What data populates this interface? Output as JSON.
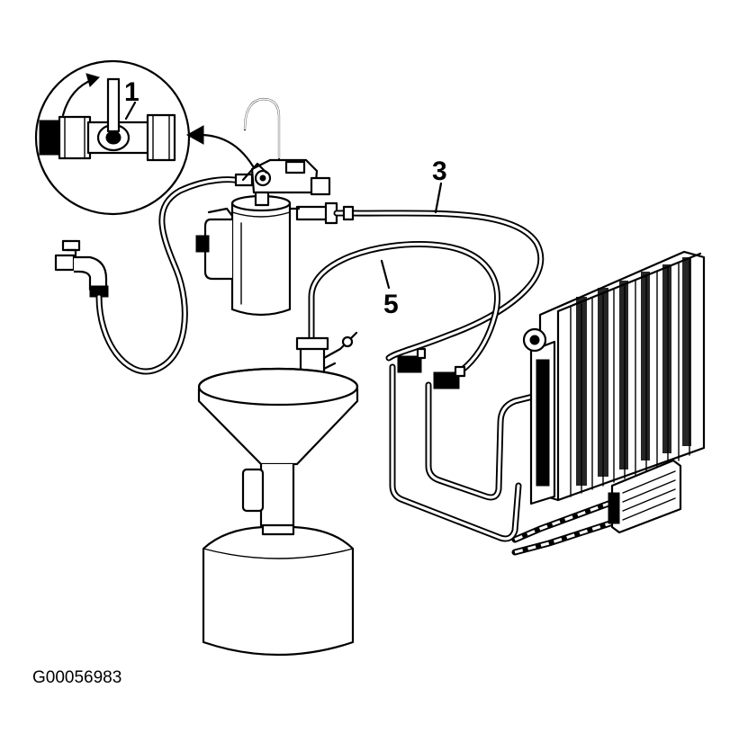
{
  "callouts": {
    "valve": "1",
    "hose_upper": "3",
    "hose_lower": "5"
  },
  "figure_id": "G00056983"
}
